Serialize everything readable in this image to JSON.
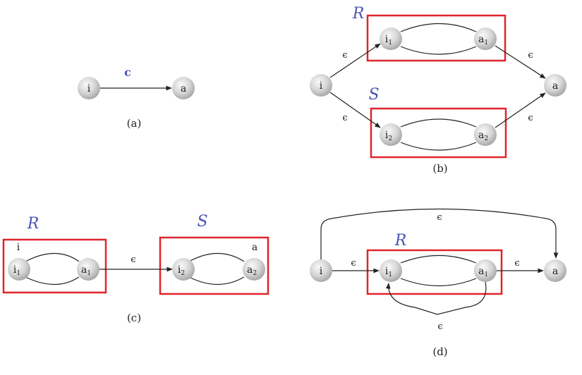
{
  "panel_a": {
    "caption": "(a)",
    "edge_label": "c",
    "nodes": {
      "start": "i",
      "end": "a"
    }
  },
  "panel_b": {
    "caption": "(b)",
    "box_labels": {
      "top": "R",
      "bottom": "S"
    },
    "epsilon": "ϵ",
    "nodes": {
      "start": "i",
      "end": "a",
      "i1": "i",
      "a1": "a",
      "i2": "i",
      "a2": "a"
    },
    "subs": {
      "one": "1",
      "two": "2"
    }
  },
  "panel_c": {
    "caption": "(c)",
    "box_labels": {
      "left": "R",
      "right": "S"
    },
    "corner_labels": {
      "left": "i",
      "right": "a"
    },
    "epsilon": "ϵ",
    "nodes": {
      "i1": "i",
      "a1": "a",
      "i2": "i",
      "a2": "a"
    },
    "subs": {
      "one": "1",
      "two": "2"
    }
  },
  "panel_d": {
    "caption": "(d)",
    "box_label": "R",
    "epsilon": "ϵ",
    "nodes": {
      "start": "i",
      "end": "a",
      "i1": "i",
      "a1": "a"
    },
    "subs": {
      "one": "1"
    }
  }
}
